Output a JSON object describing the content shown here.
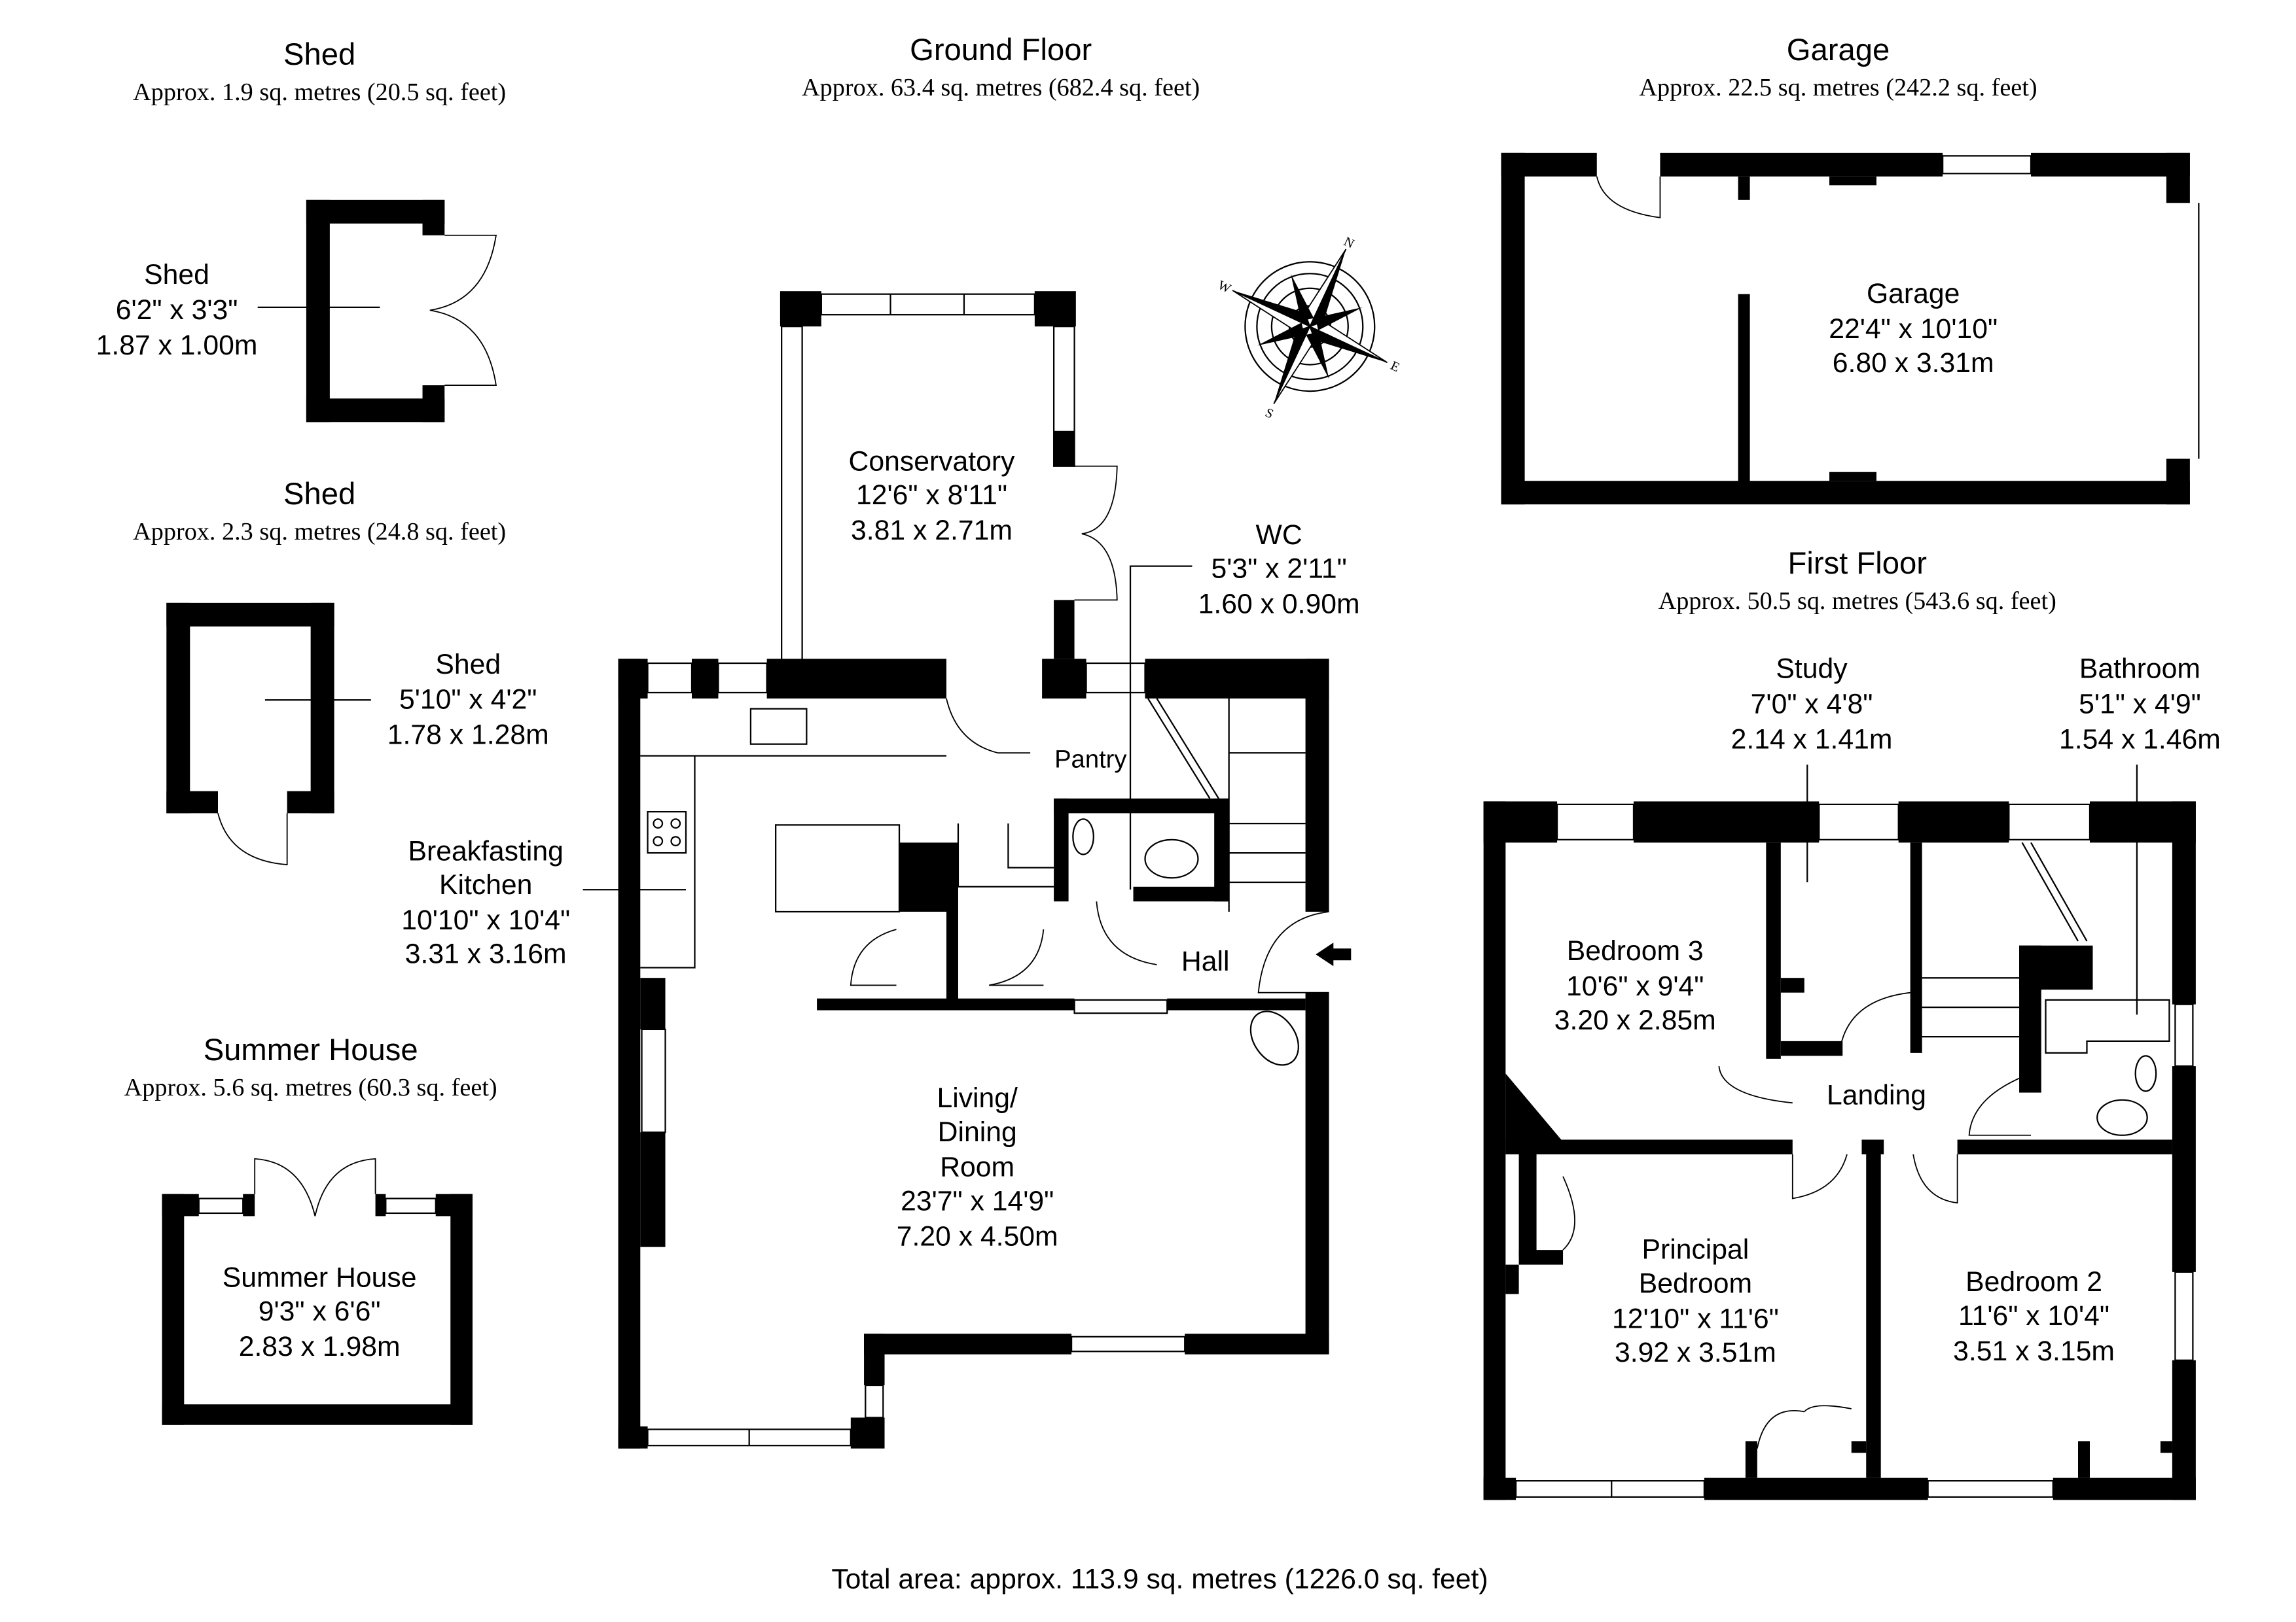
{
  "sections": {
    "shed_1": {
      "title": "Shed",
      "area": "Approx. 1.9 sq. metres (20.5 sq. feet)"
    },
    "ground_floor": {
      "title": "Ground Floor",
      "area": "Approx. 63.4 sq. metres (682.4 sq. feet)"
    },
    "garage": {
      "title": "Garage",
      "area": "Approx. 22.5 sq. metres (242.2 sq. feet)"
    },
    "shed_2": {
      "title": "Shed",
      "area": "Approx. 2.3 sq. metres (24.8 sq. feet)"
    },
    "first_floor": {
      "title": "First Floor",
      "area": "Approx. 50.5 sq. metres (543.6 sq. feet)"
    },
    "summer_house": {
      "title": "Summer House",
      "area": "Approx. 5.6 sq. metres (60.3 sq. feet)"
    }
  },
  "rooms": {
    "shed_1": {
      "name_lines": [
        "Shed"
      ],
      "imperial": "6'2\" x 3'3\"",
      "metric": "1.87 x 1.00m"
    },
    "shed_2": {
      "name_lines": [
        "Shed"
      ],
      "imperial": "5'10\" x 4'2\"",
      "metric": "1.78 x 1.28m"
    },
    "summer_house": {
      "name_lines": [
        "Summer House"
      ],
      "imperial": "9'3\" x 6'6\"",
      "metric": "2.83 x 1.98m"
    },
    "conservatory": {
      "name_lines": [
        "Conservatory"
      ],
      "imperial": "12'6\" x 8'11\"",
      "metric": "3.81 x 2.71m"
    },
    "wc": {
      "name_lines": [
        "WC"
      ],
      "imperial": "5'3\" x 2'11\"",
      "metric": "1.60 x 0.90m"
    },
    "breakfasting_kitchen": {
      "name_lines": [
        "Breakfasting",
        "Kitchen"
      ],
      "imperial": "10'10\" x 10'4\"",
      "metric": "3.31 x 3.16m"
    },
    "pantry": {
      "name_lines": [
        "Pantry"
      ]
    },
    "hall": {
      "name_lines": [
        "Hall"
      ]
    },
    "living_dining": {
      "name_lines": [
        "Living/",
        "Dining",
        "Room"
      ],
      "imperial": "23'7\" x 14'9\"",
      "metric": "7.20 x 4.50m"
    },
    "garage": {
      "name_lines": [
        "Garage"
      ],
      "imperial": "22'4\" x 10'10\"",
      "metric": "6.80 x 3.31m"
    },
    "study": {
      "name_lines": [
        "Study"
      ],
      "imperial": "7'0\" x 4'8\"",
      "metric": "2.14 x 1.41m"
    },
    "bathroom": {
      "name_lines": [
        "Bathroom"
      ],
      "imperial": "5'1\" x 4'9\"",
      "metric": "1.54 x 1.46m"
    },
    "bedroom_3": {
      "name_lines": [
        "Bedroom 3"
      ],
      "imperial": "10'6\" x 9'4\"",
      "metric": "3.20 x 2.85m"
    },
    "landing": {
      "name_lines": [
        "Landing"
      ]
    },
    "principal_bedroom": {
      "name_lines": [
        "Principal",
        "Bedroom"
      ],
      "imperial": "12'10\" x 11'6\"",
      "metric": "3.92 x 3.51m"
    },
    "bedroom_2": {
      "name_lines": [
        "Bedroom 2"
      ],
      "imperial": "11'6\" x 10'4\"",
      "metric": "3.51 x 3.15m"
    }
  },
  "compass": {
    "labels": [
      "N",
      "E",
      "S",
      "W"
    ]
  },
  "total_area": "Total area: approx. 113.9 sq. metres (1226.0 sq. feet)"
}
